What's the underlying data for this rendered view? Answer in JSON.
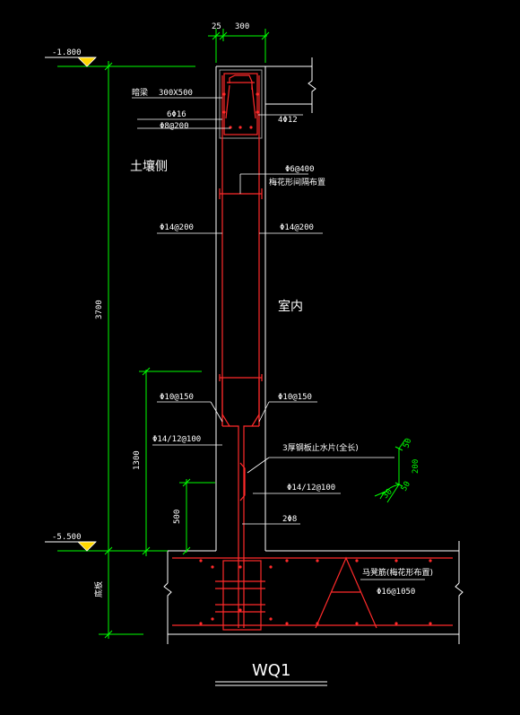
{
  "drawing_title": "WQ1",
  "elevations": {
    "top": "-1.800",
    "bottom": "-5.500"
  },
  "top_dims": {
    "left": "25",
    "right": "300"
  },
  "vertical_dims": {
    "total": "3700",
    "lower": "1300",
    "small": "500"
  },
  "labels": {
    "soil_side": "土壤侧",
    "indoor": "室内",
    "cap_beam": "暗梁",
    "cap_beam_size": "300X500",
    "cap_top_bars": "6Φ16",
    "cap_stirrup": "Φ8@200",
    "cap_side_bars": "4Φ12",
    "tie_bar": "Φ6@400",
    "tie_bar_note": "梅花形间隔布置",
    "vert_left_upper": "Φ14@200",
    "vert_right_upper": "Φ14@200",
    "horiz_left": "Φ10@150",
    "horiz_right": "Φ10@150",
    "vert_left_lower": "Φ14/12@100",
    "waterstop": "3厚钢板止水片(全长)",
    "vert_right_lower": "Φ14/12@100",
    "corner_bars": "2Φ8",
    "chair_bar": "马凳筋(梅花形布置)",
    "chair_spacing": "Φ16@1050",
    "base_note": "底板"
  },
  "waterstop_detail": {
    "top": "50",
    "height": "200",
    "bottom": "50",
    "angle": "30"
  },
  "colors": {
    "background": "#000000",
    "concrete": "#ffffff",
    "rebar": "#ff2a2a",
    "dimension": "#00ff00",
    "leader": "#ffffff",
    "elev_marker": "#ffd700"
  }
}
